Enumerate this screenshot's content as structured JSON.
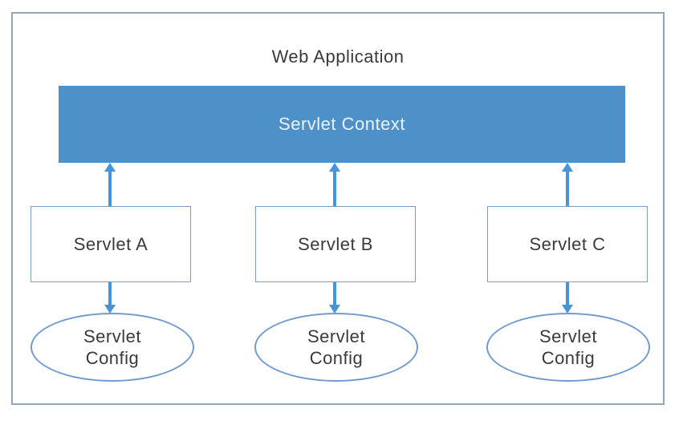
{
  "diagram": {
    "title": "Web Application",
    "context_bar": {
      "label": "Servlet Context"
    },
    "servlets": [
      {
        "label": "Servlet A",
        "config": {
          "line1": "Servlet",
          "line2": "Config"
        }
      },
      {
        "label": "Servlet B",
        "config": {
          "line1": "Servlet",
          "line2": "Config"
        }
      },
      {
        "label": "Servlet C",
        "config": {
          "line1": "Servlet",
          "line2": "Config"
        }
      }
    ],
    "colors": {
      "outer_border": "#8FA6BF",
      "box_border": "#7E9DBC",
      "ellipse_border": "#6F9BD0",
      "bar_fill": "#4E90C8",
      "bar_text": "#EAF3FB",
      "arrow": "#4695D9",
      "text": "#3A3A3A",
      "background": "#FFFFFF"
    }
  }
}
